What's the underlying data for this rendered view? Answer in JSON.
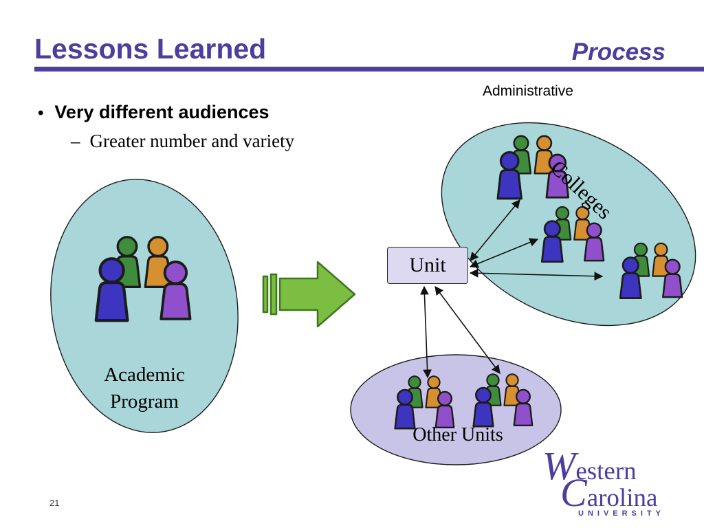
{
  "slide": {
    "title": "Lessons Learned",
    "corner_label": "Process",
    "page_number": "21"
  },
  "bullets": {
    "glyph": "•",
    "main": "Very different audiences",
    "sub_dash": "–",
    "sub": "Greater number and variety"
  },
  "diagram": {
    "administrative_label": "Administrative",
    "colleges_label": "Colleges",
    "unit_label": "Unit",
    "academic_program": {
      "line1": "Academic",
      "line2": "Program"
    },
    "other_units_label": "Other Units"
  },
  "logo": {
    "word1_initial": "W",
    "word1_rest": "estern",
    "word2_initial": "C",
    "word2_rest": "arolina",
    "word3": "UNIVERSITY"
  },
  "colors": {
    "accent-purple": "#4C3D9E",
    "teal-fill": "#A9D6D8",
    "lavender-fill": "#C8C4E8",
    "unit-fill": "#DCD9F1",
    "arrow-green": "#7CBE41",
    "arrow-green-dark": "#3E7520",
    "people-blue": "#3D35C0",
    "people-green": "#3F8C3C",
    "people-orange": "#D6902F",
    "people-purple": "#9150CB",
    "outline-dark": "#1C1C1C"
  }
}
